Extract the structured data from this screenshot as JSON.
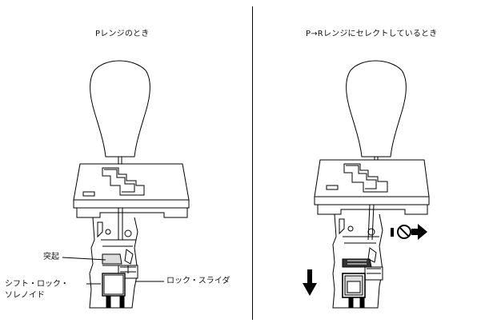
{
  "left": {
    "title": "Pレンジのとき",
    "labels": {
      "protrusion": "突起",
      "solenoid_line1": "シフト・ロック・",
      "solenoid_line2": "ソレノイド",
      "slider": "ロック・スライダ"
    }
  },
  "right": {
    "title": "P→Rレンジにセレクトしているとき"
  },
  "icons": {
    "down_arrow": "down-arrow-icon",
    "no_entry": "no-entry-icon",
    "right_arrow": "right-arrow-icon"
  }
}
